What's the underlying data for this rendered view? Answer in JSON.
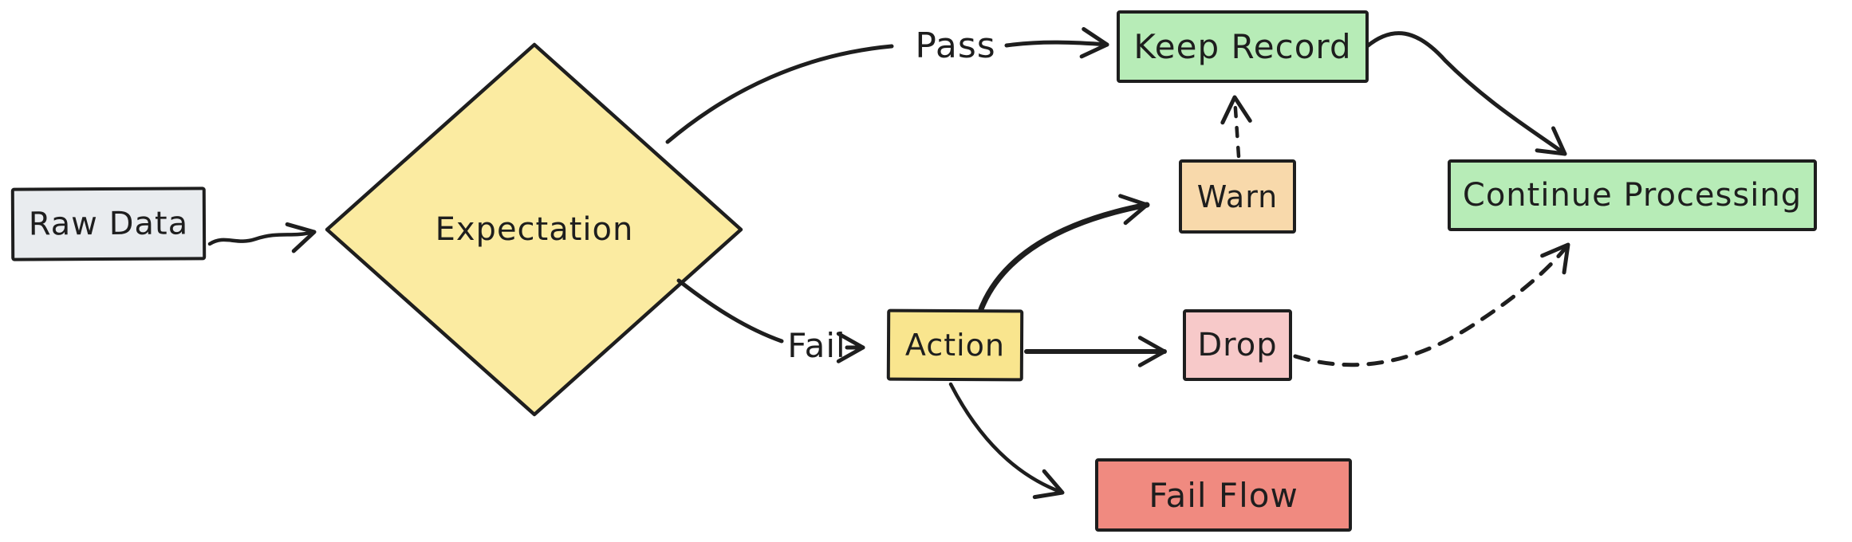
{
  "diagram": {
    "type": "flowchart",
    "background_color": "#ffffff",
    "stroke_color": "#1e1e1e",
    "nodes": {
      "raw_data": {
        "label": "Raw Data",
        "shape": "rectangle",
        "fill": "#e9ecef"
      },
      "expectation": {
        "label": "Expectation",
        "shape": "diamond",
        "fill": "#fbeba1"
      },
      "keep_record": {
        "label": "Keep Record",
        "shape": "rectangle",
        "fill": "#b7ecb7"
      },
      "warn": {
        "label": "Warn",
        "shape": "rectangle",
        "fill": "#f8d9ab"
      },
      "action": {
        "label": "Action",
        "shape": "rectangle",
        "fill": "#f9e58e"
      },
      "drop": {
        "label": "Drop",
        "shape": "rectangle",
        "fill": "#f7c9c9"
      },
      "fail_flow": {
        "label": "Fail Flow",
        "shape": "rectangle",
        "fill": "#f08a80"
      },
      "continue_processing": {
        "label": "Continue Processing",
        "shape": "rectangle",
        "fill": "#b7ecb7"
      }
    },
    "edge_labels": {
      "pass": "Pass",
      "fail": "Fail"
    },
    "edges": [
      {
        "from": "raw_data",
        "to": "expectation",
        "label": "",
        "style": "solid"
      },
      {
        "from": "expectation",
        "to": "keep_record",
        "label": "Pass",
        "style": "solid"
      },
      {
        "from": "expectation",
        "to": "action",
        "label": "Fail",
        "style": "solid"
      },
      {
        "from": "keep_record",
        "to": "continue_processing",
        "label": "",
        "style": "solid"
      },
      {
        "from": "warn",
        "to": "keep_record",
        "label": "",
        "style": "dashed"
      },
      {
        "from": "action",
        "to": "warn",
        "label": "",
        "style": "solid"
      },
      {
        "from": "action",
        "to": "drop",
        "label": "",
        "style": "solid"
      },
      {
        "from": "action",
        "to": "fail_flow",
        "label": "",
        "style": "solid"
      },
      {
        "from": "drop",
        "to": "continue_processing",
        "label": "",
        "style": "dashed"
      }
    ]
  }
}
